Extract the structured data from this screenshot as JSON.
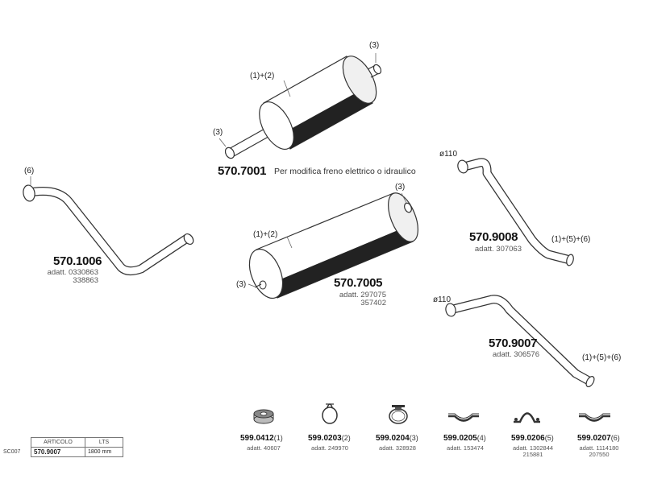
{
  "parts": {
    "p7001": {
      "code": "570.7001",
      "note": "Per modifica freno elettrico o idraulico",
      "callouts": [
        "(1)+(2)",
        "(3)",
        "(3)"
      ]
    },
    "p1006": {
      "code": "570.1006",
      "adatt": [
        "adatt. 0330863",
        "338863"
      ],
      "callout": "(6)"
    },
    "p7005": {
      "code": "570.7005",
      "adatt": [
        "adatt. 297075",
        "357402"
      ],
      "callouts": [
        "(1)+(2)",
        "(3)",
        "(3)"
      ]
    },
    "p9008": {
      "code": "570.9008",
      "adatt": [
        "adatt. 307063"
      ],
      "diameter": "ø110",
      "callout": "(1)+(5)+(6)"
    },
    "p9007": {
      "code": "570.9007",
      "adatt": [
        "adatt. 306576"
      ],
      "diameter": "ø110",
      "callout": "(1)+(5)+(6)"
    }
  },
  "accessories": [
    {
      "code": "599.0412",
      "qty": "(1)",
      "adatt": [
        "adatt. 40607"
      ],
      "icon": "rubber-ring-icon"
    },
    {
      "code": "599.0203",
      "qty": "(2)",
      "adatt": [
        "adatt. 249970"
      ],
      "icon": "spring-clamp-icon"
    },
    {
      "code": "599.0204",
      "qty": "(3)",
      "adatt": [
        "adatt. 328928"
      ],
      "icon": "band-clamp-icon"
    },
    {
      "code": "599.0205",
      "qty": "(4)",
      "adatt": [
        "adatt. 153474"
      ],
      "icon": "u-bracket-icon"
    },
    {
      "code": "599.0206",
      "qty": "(5)",
      "adatt": [
        "adatt. 1302844",
        "215881"
      ],
      "icon": "saddle-clamp-icon"
    },
    {
      "code": "599.0207",
      "qty": "(6)",
      "adatt": [
        "adatt. 1114180",
        "207550"
      ],
      "icon": "u-bracket-icon"
    }
  ],
  "article_table": {
    "row_label": "SC007",
    "headers": [
      "ARTICOLO",
      "LTS"
    ],
    "values": [
      "570.9007",
      "1800 mm"
    ]
  }
}
